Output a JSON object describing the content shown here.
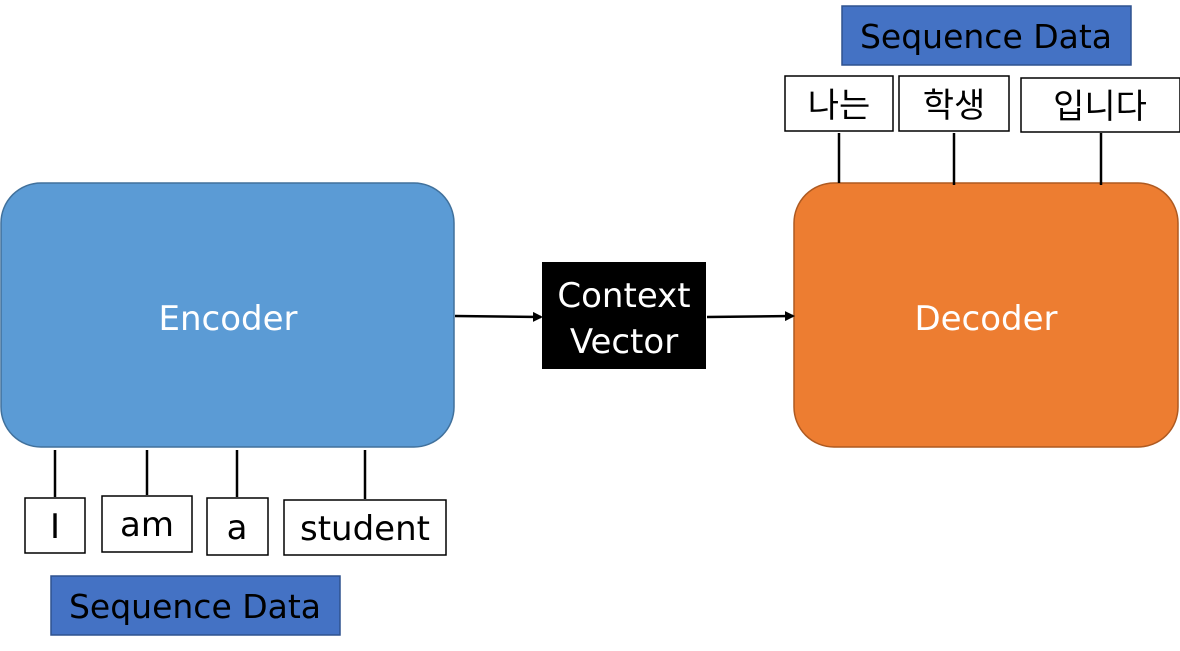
{
  "colors": {
    "encoder_fill": "#5b9bd5",
    "encoder_stroke": "#41719c",
    "decoder_fill": "#ed7d31",
    "decoder_stroke": "#ae5a21",
    "context_fill": "#000000",
    "sequence_label_fill": "#4472c4",
    "sequence_label_stroke": "#2f528f",
    "token_stroke": "#000000",
    "line": "#000000"
  },
  "encoder": {
    "label": "Encoder",
    "input_tokens": [
      "I",
      "am",
      "a",
      "student"
    ],
    "sequence_label": "Sequence Data"
  },
  "context_vector": {
    "line1": "Context",
    "line2": "Vector"
  },
  "decoder": {
    "label": "Decoder",
    "output_tokens": [
      "나는",
      "학생",
      "입니다"
    ],
    "sequence_label": "Sequence Data"
  }
}
